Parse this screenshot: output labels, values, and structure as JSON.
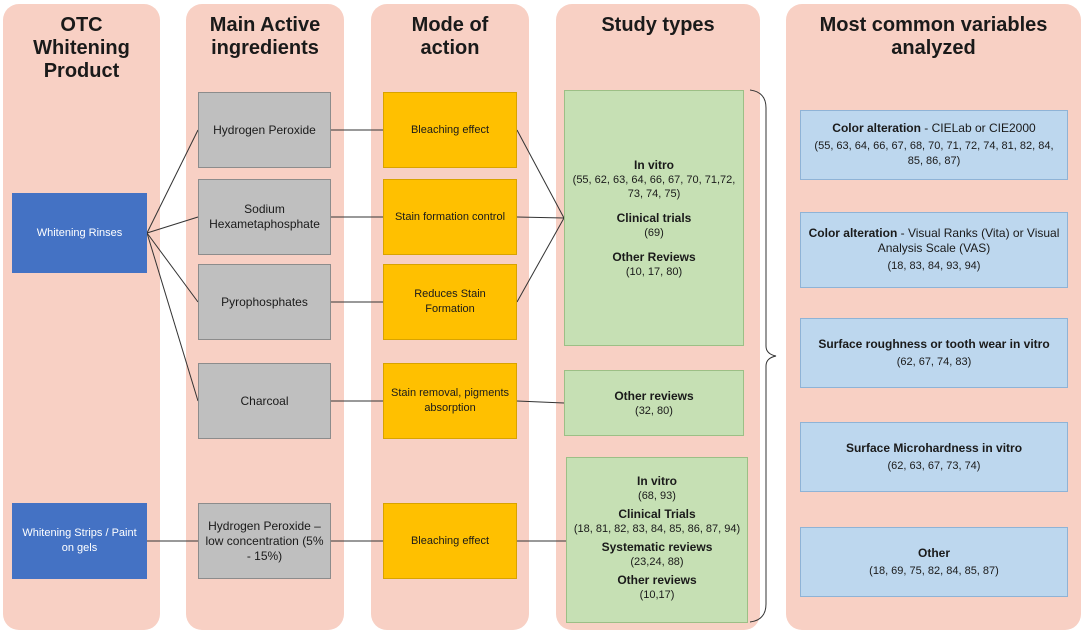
{
  "columns": [
    {
      "title": "OTC\nWhitening\nProduct"
    },
    {
      "title": "Main Active\ningredients"
    },
    {
      "title": "Mode of\naction"
    },
    {
      "title": "Study types"
    },
    {
      "title": "Most common variables\nanalyzed"
    }
  ],
  "products": [
    "Whitening Rinses",
    "Whitening  Strips / Paint on gels"
  ],
  "ingredients": [
    "Hydrogen Peroxide",
    "Sodium Hexametaphosphate",
    "Pyrophosphates",
    "Charcoal",
    "Hydrogen Peroxide – low concentration (5% - 15%)"
  ],
  "modes": [
    "Bleaching effect",
    "Stain formation control",
    "Reduces Stain Formation",
    "Stain removal, pigments absorption",
    "Bleaching effect"
  ],
  "studies": [
    {
      "items": [
        {
          "heading": "In vitro",
          "refs": "(55, 62, 63, 64, 66, 67, 70, 71,72, 73, 74, 75)"
        },
        {
          "heading": "Clinical trials",
          "refs": "(69)"
        },
        {
          "heading": "Other Reviews",
          "refs": "(10, 17, 80)"
        }
      ]
    },
    {
      "items": [
        {
          "heading": "Other reviews",
          "refs": "(32, 80)"
        }
      ]
    },
    {
      "items": [
        {
          "heading": "In vitro",
          "refs": "(68,  93)"
        },
        {
          "heading": "Clinical Trials",
          "refs": "(18, 81, 82, 83, 84, 85, 86, 87, 94)"
        },
        {
          "heading": "Systematic reviews",
          "refs": "(23,24, 88)"
        },
        {
          "heading": "Other reviews",
          "refs": "(10,17)"
        }
      ]
    }
  ],
  "variables": [
    {
      "bold": "Color alteration",
      "rest": " - CIELab or CIE2000",
      "refs": "(55, 63, 64, 66, 67, 68, 70, 71, 72, 74, 81, 82, 84, 85, 86, 87)"
    },
    {
      "bold": "Color alteration",
      "rest": " - Visual Ranks (Vita) or Visual Analysis Scale (VAS)",
      "refs": "(18, 83, 84, 93, 94)"
    },
    {
      "bold": "Surface roughness or tooth wear in vitro",
      "rest": "",
      "refs": "(62, 67, 74, 83)"
    },
    {
      "bold": "Surface Microhardness in vitro",
      "rest": "",
      "refs": "(62, 63, 67, 73, 74)"
    },
    {
      "bold": "Other",
      "rest": "",
      "refs": "(18, 69, 75, 82, 84, 85, 87)"
    }
  ]
}
